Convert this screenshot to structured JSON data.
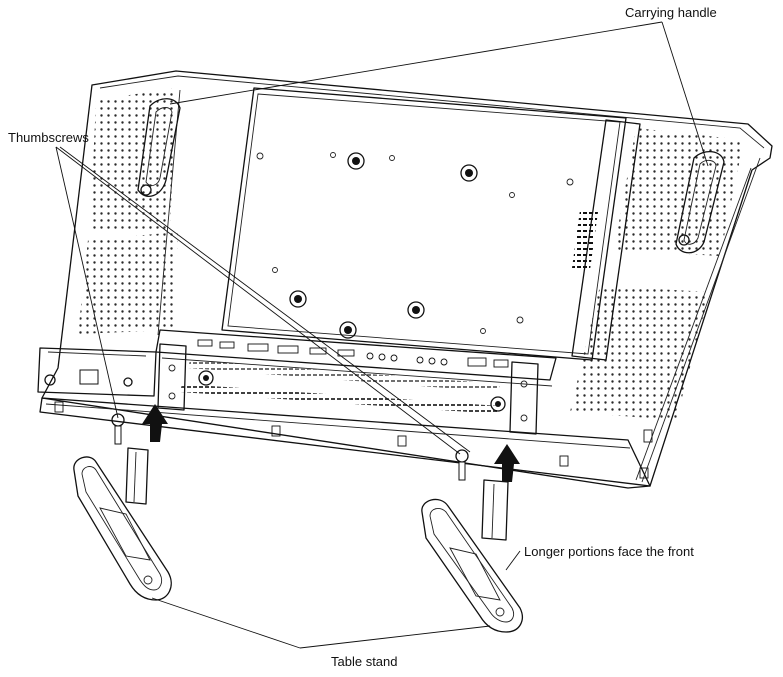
{
  "labels": {
    "carrying_handle": "Carrying handle",
    "thumbscrews": "Thumbscrews",
    "longer_portions": "Longer portions face the front",
    "table_stand": "Table stand"
  }
}
